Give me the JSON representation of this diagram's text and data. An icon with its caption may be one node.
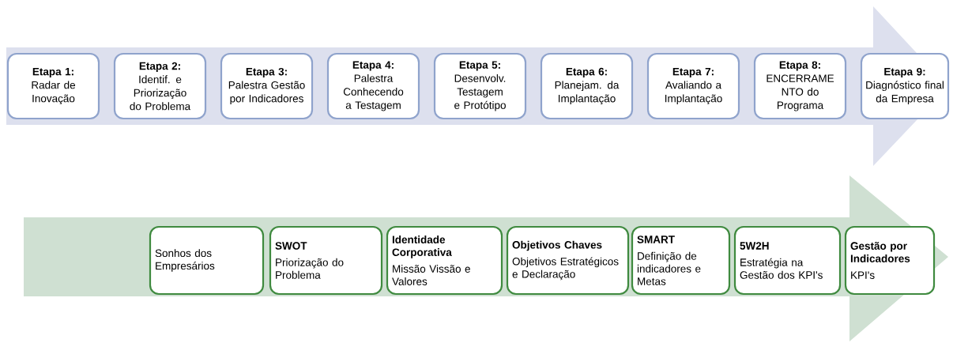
{
  "diagram": {
    "nodes": [
      {
        "text": [
          "Etapa 1:",
          "Radar de Inovação"
        ]
      },
      {
        "text": [
          "Etapa 2:",
          "Identif. e Priorização do Problema"
        ]
      },
      {
        "text": [
          "Etapa 3:",
          "Palestra Gestão por Indicadores"
        ]
      },
      {
        "text": [
          "Etapa 4:",
          "Palestra Conhecendo a Testagem"
        ]
      },
      {
        "text": [
          "Etapa 5:",
          "Desenvolv. Testagem e Protótipo"
        ]
      },
      {
        "text": [
          "Etapa 6:",
          "Planejam. da Implantação"
        ]
      },
      {
        "text": [
          "Etapa 7:",
          "Avaliando a Implantação"
        ]
      },
      {
        "text": [
          "Etapa 8:",
          "ENCERRAME NTO do Programa"
        ]
      },
      {
        "text": [
          "Etapa 9:",
          "Diagnóstico final da Empresa"
        ]
      },
      {
        "text": [
          "Sonhos dos Empresários"
        ]
      },
      {
        "text": [
          "SWOT",
          "Priorização do Problema"
        ]
      },
      {
        "text": [
          "Identidade Corporativa",
          "Missão Vissão e Valores"
        ]
      },
      {
        "text": [
          "Objetivos Chaves",
          "Objetivos Estratégicos e Declaração"
        ]
      },
      {
        "text": [
          "SMART",
          "Definição de indicadores e Metas"
        ]
      },
      {
        "text": [
          "5W2H",
          "Estratégia na Gestão dos KPI's"
        ]
      },
      {
        "text": [
          "Gestão por Indicadores",
          "KPI's"
        ]
      }
    ]
  }
}
